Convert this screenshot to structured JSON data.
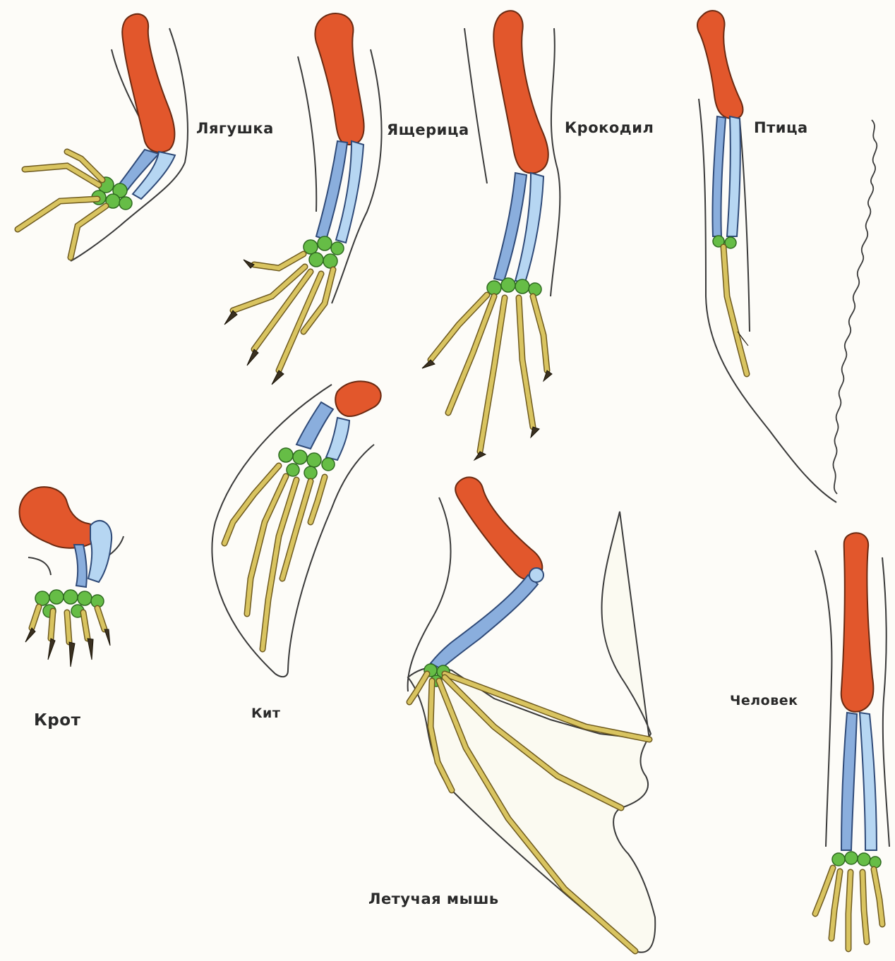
{
  "labels": {
    "frog": "Лягушка",
    "lizard": "Ящерица",
    "crocodile": "Крокодил",
    "bird": "Птица",
    "mole": "Крот",
    "whale": "Кит",
    "bat": "Летучая мышь",
    "human": "Человек"
  },
  "colors": {
    "humerus": "#e2572c",
    "radius_ulna": "#8aaedd",
    "carpals": "#66bd46",
    "phalanges": "#d9c460"
  }
}
